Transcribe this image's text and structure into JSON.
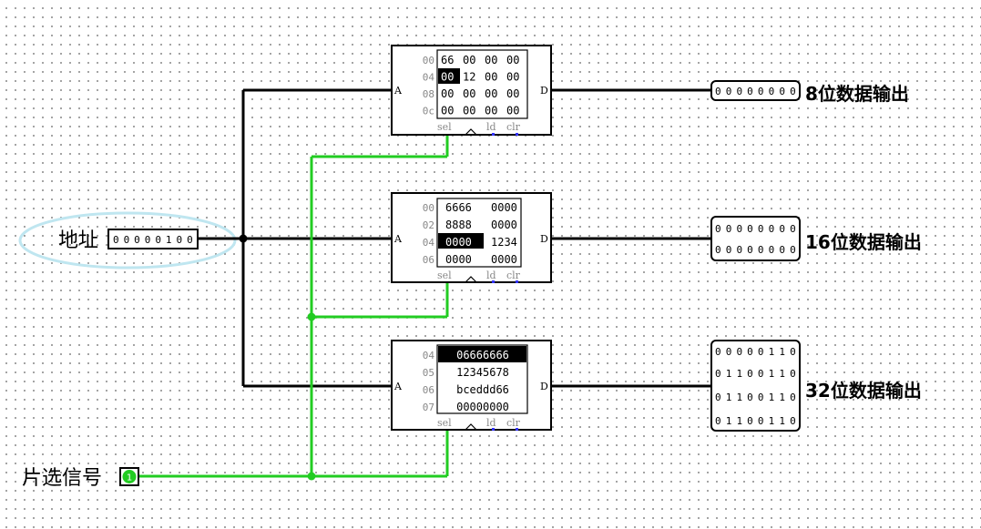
{
  "labels": {
    "address": "地址",
    "chip_select": "片选信号",
    "out8": "8位数据输出",
    "out16": "16位数据输出",
    "out32": "32位数据输出"
  },
  "address_input": {
    "bits": "00000100"
  },
  "chip_select_pin": {
    "value": "1"
  },
  "pins": {
    "a": "A",
    "d": "D",
    "sel": "sel",
    "ld": "ld",
    "clr": "clr"
  },
  "ram8": {
    "rows": [
      {
        "addr": "00",
        "cells": [
          "66",
          "00",
          "00",
          "00"
        ]
      },
      {
        "addr": "04",
        "cells": [
          "00",
          "12",
          "00",
          "00"
        ]
      },
      {
        "addr": "08",
        "cells": [
          "00",
          "00",
          "00",
          "00"
        ]
      },
      {
        "addr": "0c",
        "cells": [
          "00",
          "00",
          "00",
          "00"
        ]
      }
    ]
  },
  "ram16": {
    "rows": [
      {
        "addr": "00",
        "cells": [
          "6666",
          "0000"
        ]
      },
      {
        "addr": "02",
        "cells": [
          "8888",
          "0000"
        ]
      },
      {
        "addr": "04",
        "cells": [
          "0000",
          "1234"
        ]
      },
      {
        "addr": "06",
        "cells": [
          "0000",
          "0000"
        ]
      }
    ]
  },
  "ram32": {
    "rows": [
      {
        "addr": "04",
        "cells": [
          "06666666"
        ]
      },
      {
        "addr": "05",
        "cells": [
          "12345678"
        ]
      },
      {
        "addr": "06",
        "cells": [
          "bceddd66"
        ]
      },
      {
        "addr": "07",
        "cells": [
          "00000000"
        ]
      }
    ]
  },
  "out8_probe": {
    "lines": [
      "00000000"
    ]
  },
  "out16_probe": {
    "lines": [
      "00000000",
      "00000000"
    ]
  },
  "out32_probe": {
    "lines": [
      "00000110",
      "01100110",
      "01100110",
      "01100110"
    ]
  },
  "colors": {
    "wire_active": "#22cc22",
    "wire": "#000000",
    "highlight": "#000000",
    "ellipse": "#bfe6f0"
  }
}
